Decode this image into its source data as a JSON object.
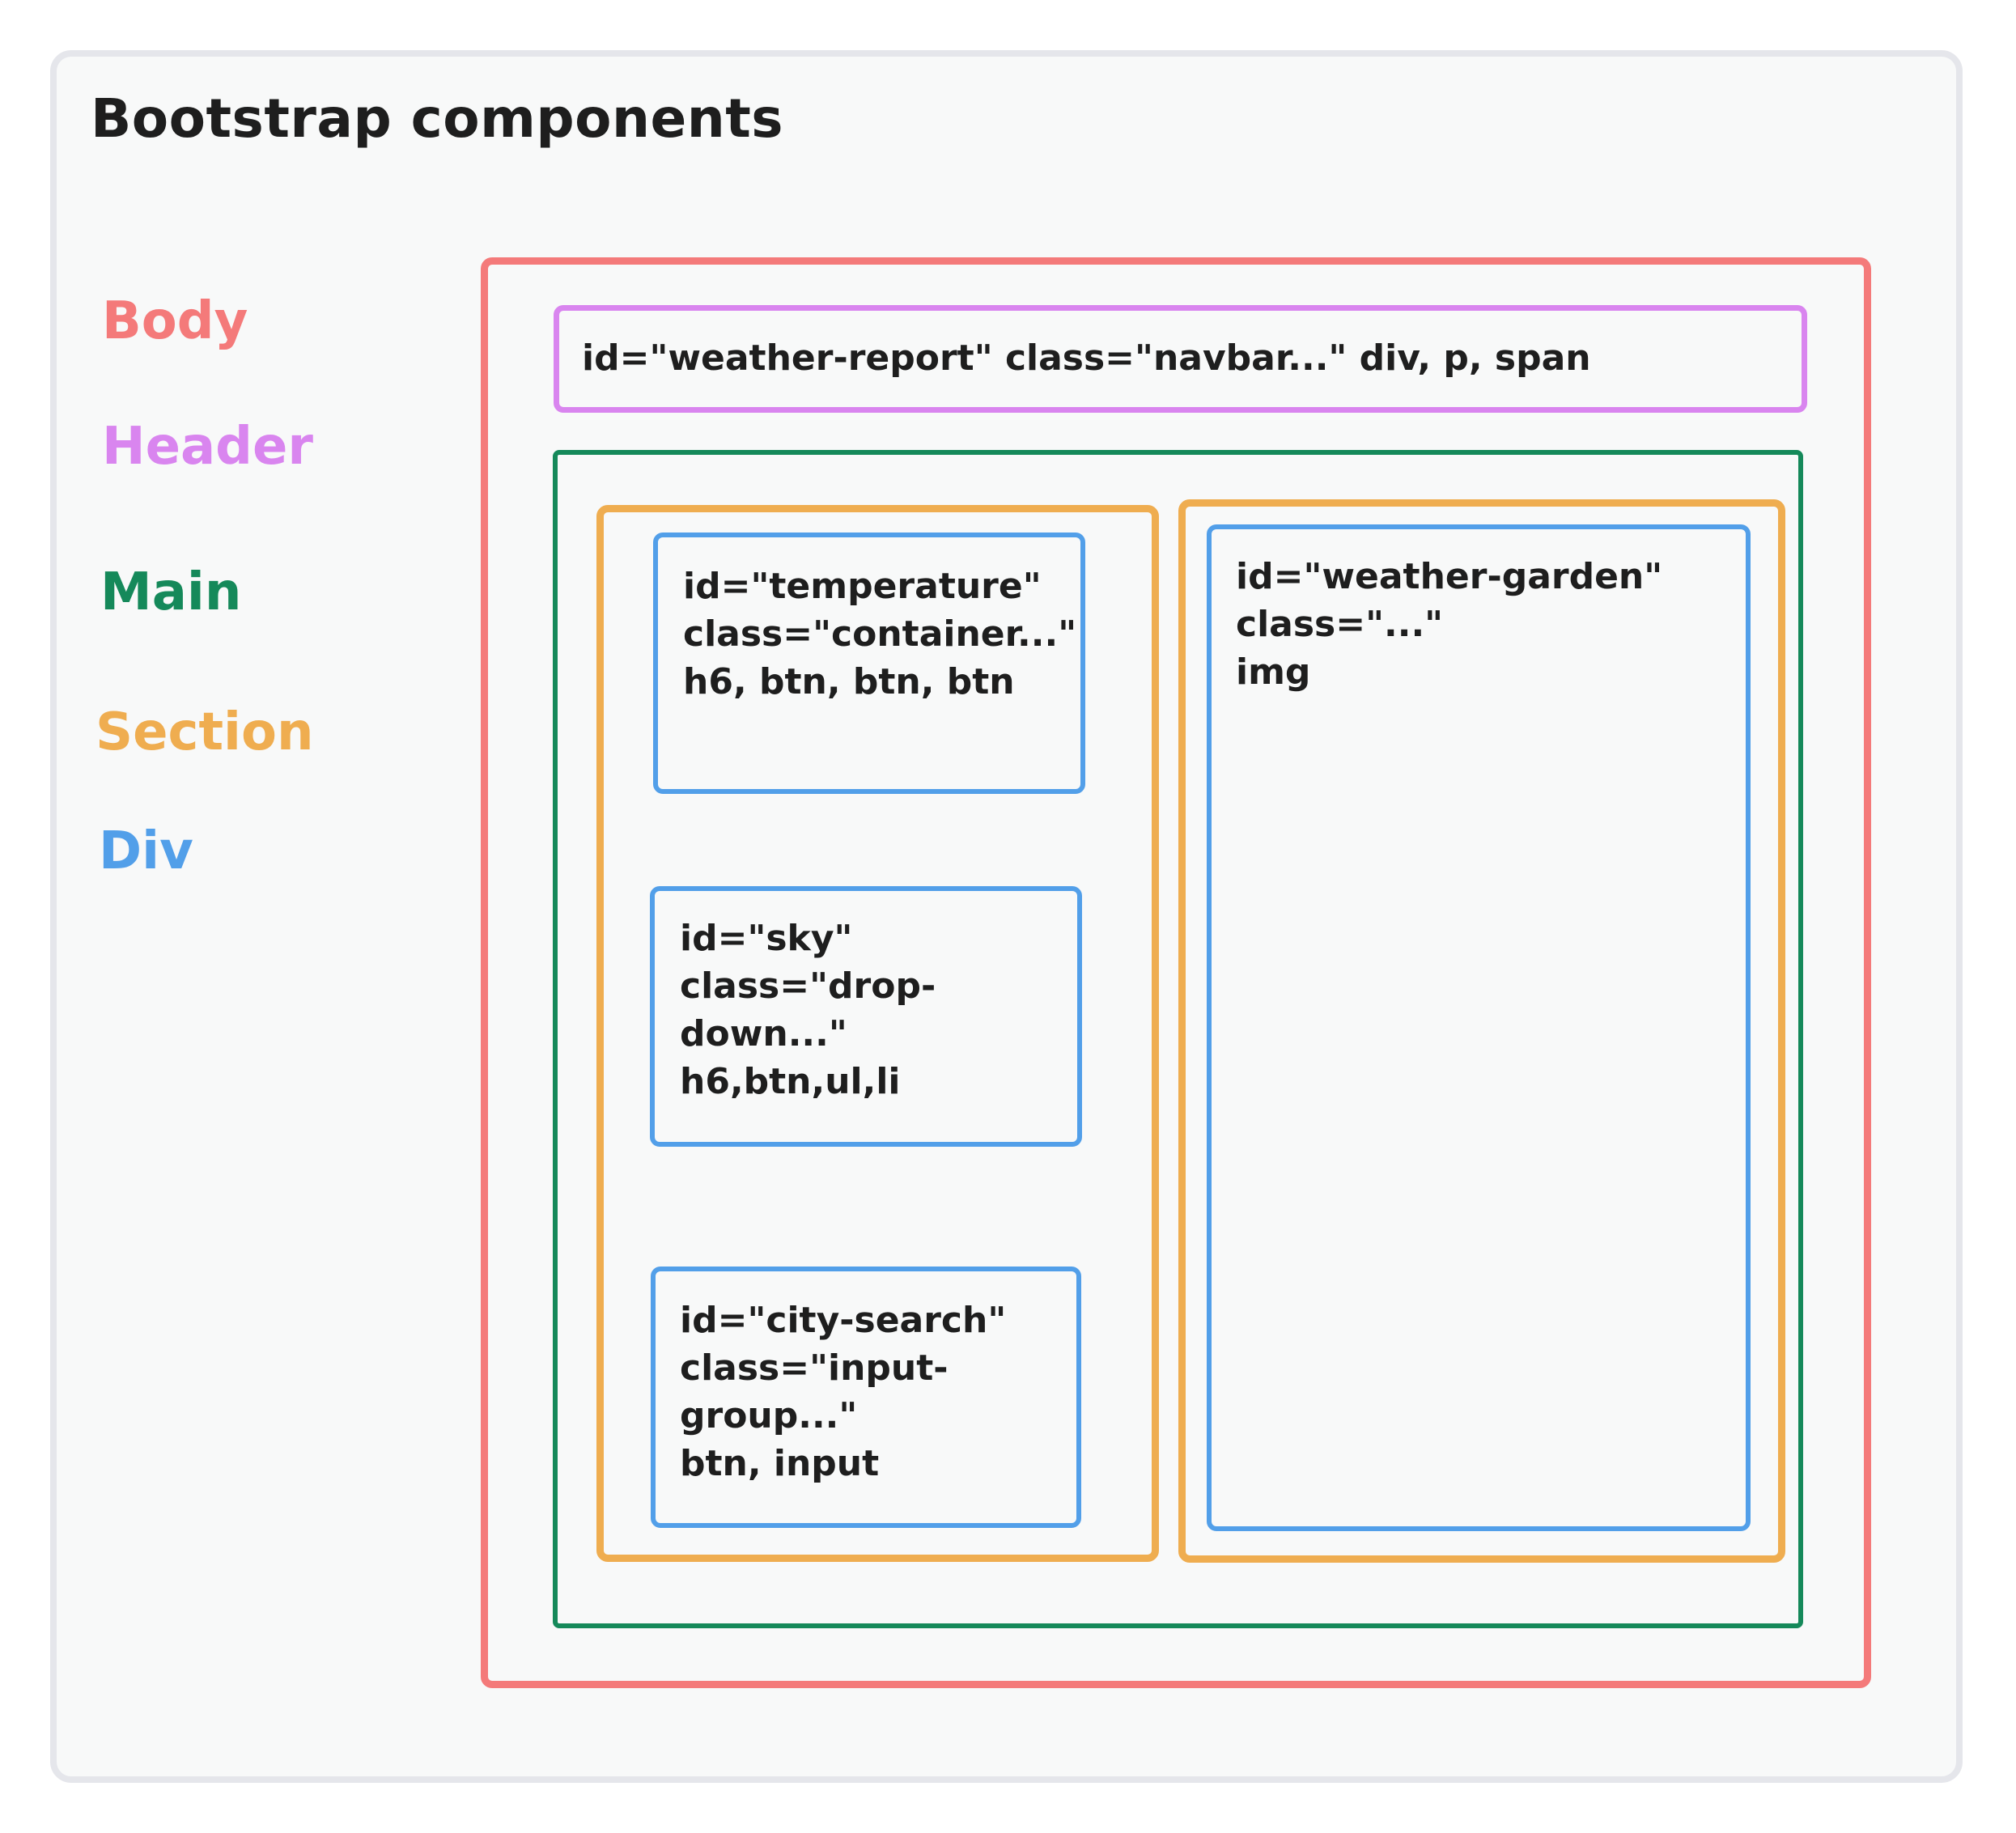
{
  "title": "Bootstrap components",
  "colors": {
    "body": "#f47a7a",
    "header": "#d985ef",
    "main": "#15895a",
    "section": "#efad50",
    "div": "#529fe9",
    "frame_border": "#e5e6eb",
    "background": "#f8f9f9"
  },
  "legend": {
    "body": "Body",
    "header": "Header",
    "main": "Main",
    "section": "Section",
    "div": "Div"
  },
  "header_box": {
    "text": "id=\"weather-report\" class=\"navbar...\" div, p, span"
  },
  "divs": {
    "temperature": {
      "lines": [
        "id=\"temperature\"",
        "class=\"container...\"",
        "h6, btn, btn, btn"
      ]
    },
    "sky": {
      "lines": [
        "id=\"sky\"",
        "class=\"drop-",
        "down...\"",
        "h6,btn,ul,li"
      ]
    },
    "city_search": {
      "lines": [
        "id=\"city-search\"",
        "class=\"input-",
        "group...\"",
        "btn, input"
      ]
    },
    "weather_garden": {
      "lines": [
        "id=\"weather-garden\"",
        "class=\"...\"",
        "img"
      ]
    }
  }
}
